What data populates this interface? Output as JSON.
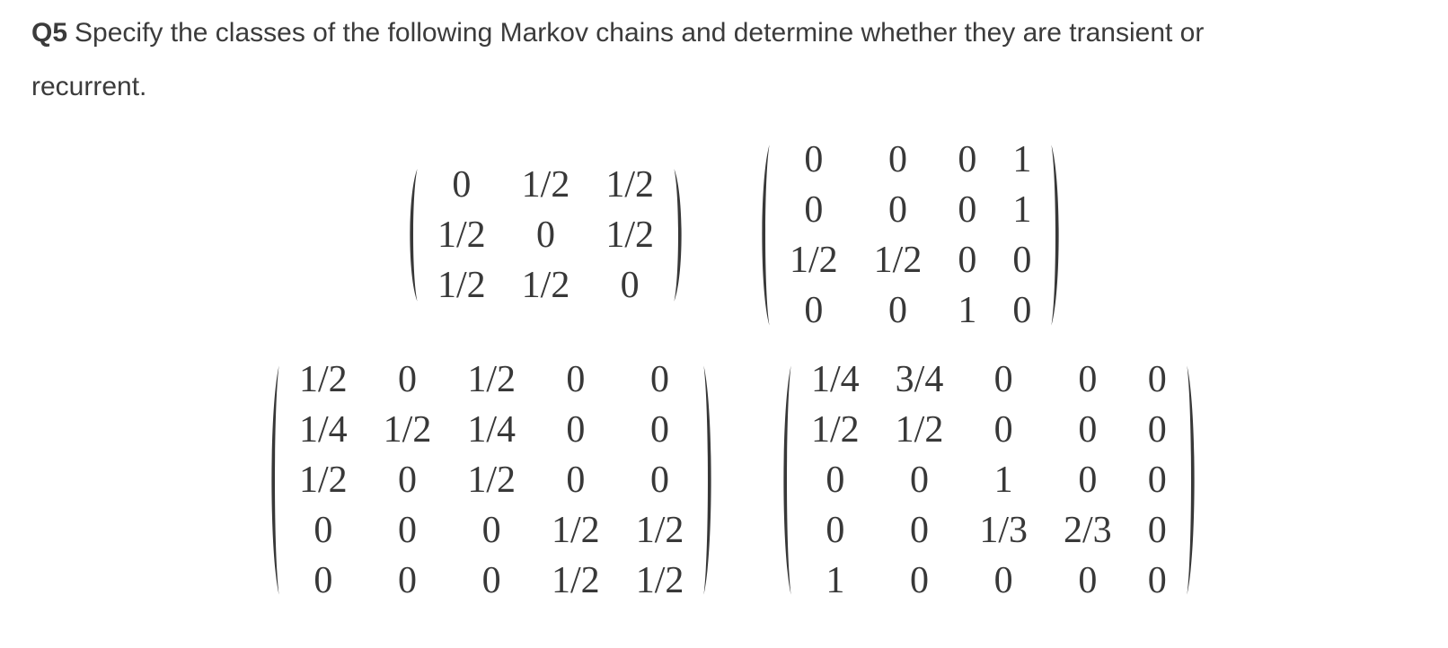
{
  "colors": {
    "background": "#ffffff",
    "text": "#3b3b3b",
    "math": "#383838"
  },
  "question": {
    "label": "Q5",
    "line1": "Specify the classes of the following Markov chains and determine whether they are transient or",
    "line2": "recurrent."
  },
  "matrices": [
    {
      "name": "matrix-1",
      "size": "3x3",
      "rows": [
        [
          "0",
          "1/2",
          "1/2"
        ],
        [
          "1/2",
          "0",
          "1/2"
        ],
        [
          "1/2",
          "1/2",
          "0"
        ]
      ]
    },
    {
      "name": "matrix-2",
      "size": "4x4",
      "rows": [
        [
          "0",
          "0",
          "0",
          "1"
        ],
        [
          "0",
          "0",
          "0",
          "1"
        ],
        [
          "1/2",
          "1/2",
          "0",
          "0"
        ],
        [
          "0",
          "0",
          "1",
          "0"
        ]
      ]
    },
    {
      "name": "matrix-3",
      "size": "5x5",
      "rows": [
        [
          "1/2",
          "0",
          "1/2",
          "0",
          "0"
        ],
        [
          "1/4",
          "1/2",
          "1/4",
          "0",
          "0"
        ],
        [
          "1/2",
          "0",
          "1/2",
          "0",
          "0"
        ],
        [
          "0",
          "0",
          "0",
          "1/2",
          "1/2"
        ],
        [
          "0",
          "0",
          "0",
          "1/2",
          "1/2"
        ]
      ]
    },
    {
      "name": "matrix-4",
      "size": "5x5",
      "rows": [
        [
          "1/4",
          "3/4",
          "0",
          "0",
          "0"
        ],
        [
          "1/2",
          "1/2",
          "0",
          "0",
          "0"
        ],
        [
          "0",
          "0",
          "1",
          "0",
          "0"
        ],
        [
          "0",
          "0",
          "1/3",
          "2/3",
          "0"
        ],
        [
          "1",
          "0",
          "0",
          "0",
          "0"
        ]
      ]
    }
  ]
}
